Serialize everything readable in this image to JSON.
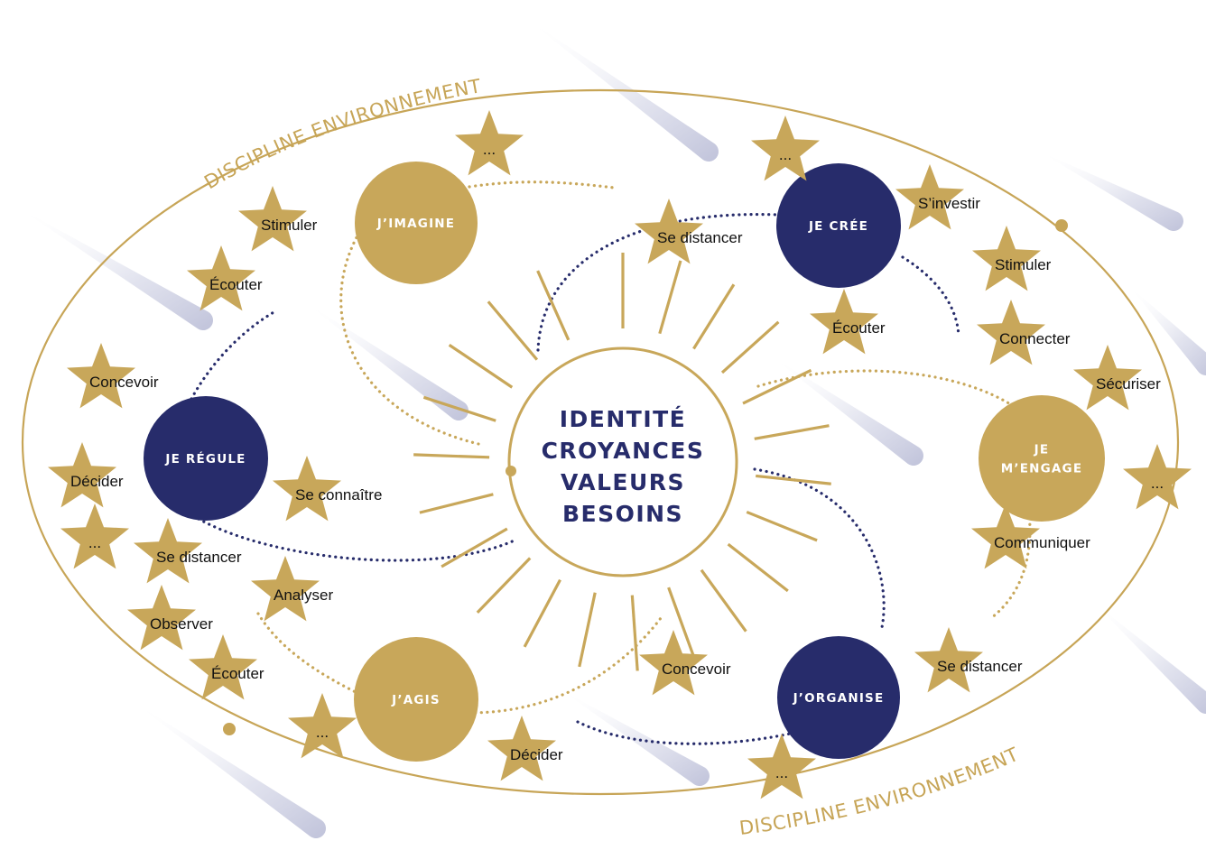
{
  "colors": {
    "gold": "#c8a75a",
    "navy": "#272c6b",
    "ellipse": "#c7a557",
    "comet": "#c5c7dd"
  },
  "icons": {
    "star": "star-icon",
    "comet": "comet-icon",
    "ray": "sun-ray"
  },
  "discipline_label": "DISCIPLINE ENVIRONNEMENT",
  "center": {
    "lines": [
      "IDENTITÉ",
      "CROYANCES",
      "VALEURS",
      "BESOINS"
    ]
  },
  "nodes": [
    {
      "id": "imagine",
      "lines": [
        "J’IMAGINE"
      ],
      "color": "gold"
    },
    {
      "id": "cree",
      "lines": [
        "JE CRÉE"
      ],
      "color": "navy"
    },
    {
      "id": "engage",
      "lines": [
        "JE",
        "M’ENGAGE"
      ],
      "color": "gold"
    },
    {
      "id": "organise",
      "lines": [
        "J’ORGANISE"
      ],
      "color": "navy"
    },
    {
      "id": "agis",
      "lines": [
        "J’AGIS"
      ],
      "color": "gold"
    },
    {
      "id": "regule",
      "lines": [
        "JE RÉGULE"
      ],
      "color": "navy"
    }
  ],
  "stars": [
    {
      "label": "..."
    },
    {
      "label": "Stimuler"
    },
    {
      "label": "Écouter"
    },
    {
      "label": "Concevoir"
    },
    {
      "label": "Décider"
    },
    {
      "label": "..."
    },
    {
      "label": "Se distancer"
    },
    {
      "label": "Analyser"
    },
    {
      "label": "Observer"
    },
    {
      "label": "Écouter"
    },
    {
      "label": "..."
    },
    {
      "label": "Se connaître"
    },
    {
      "label": "Concevoir"
    },
    {
      "label": "Décider"
    },
    {
      "label": "..."
    },
    {
      "label": "Se distancer"
    },
    {
      "label": "Se distancer"
    },
    {
      "label": "..."
    },
    {
      "label": "S’investir"
    },
    {
      "label": "Stimuler"
    },
    {
      "label": "Connecter"
    },
    {
      "label": "Écouter"
    },
    {
      "label": "Sécuriser"
    },
    {
      "label": "..."
    },
    {
      "label": "Communiquer"
    }
  ]
}
